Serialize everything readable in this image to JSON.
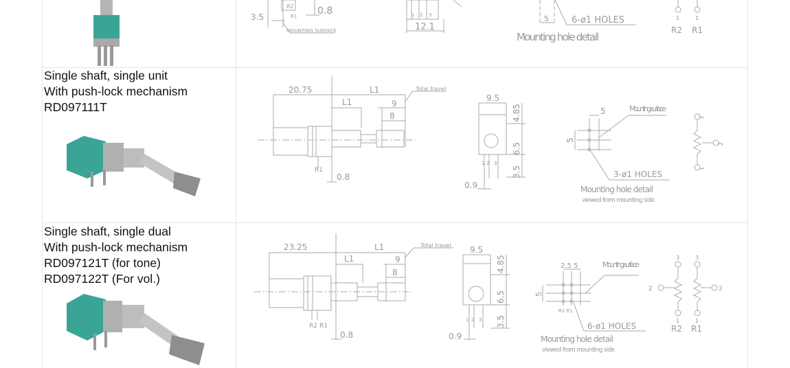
{
  "rows": [
    {
      "description": [],
      "drawing_labels": {
        "dim_3_5": "3.5",
        "dim_0_8": "0.8",
        "r2": "R2",
        "r1": "R1",
        "mounting_surface": "MOUNTING SURFACE",
        "pins": [
          "1",
          "2",
          "3"
        ],
        "dim_12_1": "12.1",
        "dim_5": "5",
        "holes": "6-ø1 HOLES",
        "mounting_hole_detail": "Mounting hole detail",
        "schem_pin1": "1",
        "schem_r2": "R2",
        "schem_r1": "R1"
      }
    },
    {
      "description": [
        "Single shaft, single unit",
        "With push-lock mechanism",
        "RD097111T"
      ],
      "drawing_labels": {
        "dim_body": "20.75",
        "l1_top": "L1",
        "total_travel": "Total travel",
        "dim_9": "9",
        "l1_inner": "L1",
        "dim_8": "8",
        "r1": "R1",
        "dim_0_8": "0.8",
        "dim_9_5": "9.5",
        "dim_4_85": "4.85",
        "dim_6_5": "6.5",
        "dim_3_5": "3.5",
        "dim_0_9": "0.9",
        "pins": [
          "1",
          "2",
          "3"
        ],
        "dim_5_h": "5",
        "dim_5_v": "5",
        "mounting_surface": "Mounting surface",
        "holes": "3-ø1 HOLES",
        "mounting_hole_detail": "Mounting hole detail",
        "viewed_from": "viewed from mounting side",
        "schem_pin1": "1",
        "schem_pin2": "2",
        "schem_pin3": "3"
      }
    },
    {
      "description": [
        "Single shaft, single dual",
        "With push-lock mechanism",
        "RD097121T (for tone)",
        "RD097122T (For vol.)"
      ],
      "drawing_labels": {
        "dim_body": "23.25",
        "l1_top": "L1",
        "total_travel": "Total travel",
        "dim_9": "9",
        "l1_inner": "L1",
        "dim_8": "8",
        "r2": "R2",
        "r1": "R1",
        "dim_0_8": "0.8",
        "dim_9_5": "9.5",
        "dim_4_85": "4.85",
        "dim_6_5": "6.5",
        "dim_3_5": "3.5",
        "dim_0_9": "0.9",
        "pins": [
          "1",
          "2",
          "3"
        ],
        "dim_2_5_5": "2.5 5",
        "dim_5_v": "5",
        "mounting_surface": "Mounting surface",
        "holes": "6-ø1 HOLES",
        "hole_r2r1": "R2 R1",
        "mounting_hole_detail": "Mounting hole detail",
        "viewed_from": "viewed from mounting side",
        "schem_left_2": "2",
        "schem_right_2": "2",
        "schem_pin3": "3",
        "schem_pin1": "1",
        "schem_r2": "R2",
        "schem_r1": "R1"
      }
    }
  ],
  "colors": {
    "body_green": "#3aa596",
    "metal": "#a9a9a9",
    "line": "#9a9a9a"
  }
}
